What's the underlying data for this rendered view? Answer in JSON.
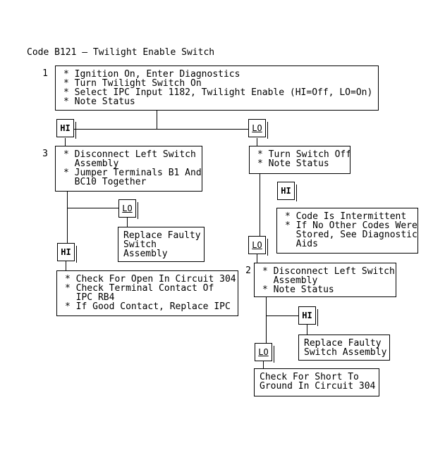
{
  "title": "Code B121 – Twilight Enable Switch",
  "labels": {
    "hi": "HI",
    "lo": "LO"
  },
  "colors": {
    "background": "#ffffff",
    "line": "#000000",
    "text": "#000000"
  },
  "nodes": {
    "step1": {
      "number": "1",
      "lines": [
        "* Ignition On, Enter Diagnostics",
        "* Turn Twilight Switch On",
        "* Select IPC Input 1182, Twilight Enable (HI=Off, LO=On)",
        "* Note Status"
      ]
    },
    "step3": {
      "number": "3",
      "lines": [
        "* Disconnect Left Switch",
        "  Assembly",
        "* Jumper Terminals B1 And",
        "  BC10 Together"
      ]
    },
    "turn_switch_off": {
      "lines": [
        "* Turn Switch Off",
        "* Note Status"
      ]
    },
    "code_intermittent": {
      "lines": [
        "* Code Is Intermittent",
        "* If No Other Codes Were",
        "  Stored, See Diagnostic",
        "  Aids"
      ]
    },
    "step2": {
      "number": "2",
      "lines": [
        "* Disconnect Left Switch",
        "  Assembly",
        "* Note Status"
      ]
    },
    "replace_faulty_left": {
      "lines": [
        "Replace Faulty",
        "Switch",
        "Assembly"
      ]
    },
    "check_open_circuit": {
      "lines": [
        "* Check For Open In Circuit 304",
        "* Check Terminal Contact Of",
        "  IPC RB4",
        "* If Good Contact, Replace IPC"
      ]
    },
    "replace_faulty_right": {
      "lines": [
        "Replace Faulty",
        "Switch Assembly"
      ]
    },
    "check_short_ground": {
      "lines": [
        "Check For Short To",
        "Ground In Circuit 304"
      ]
    }
  }
}
